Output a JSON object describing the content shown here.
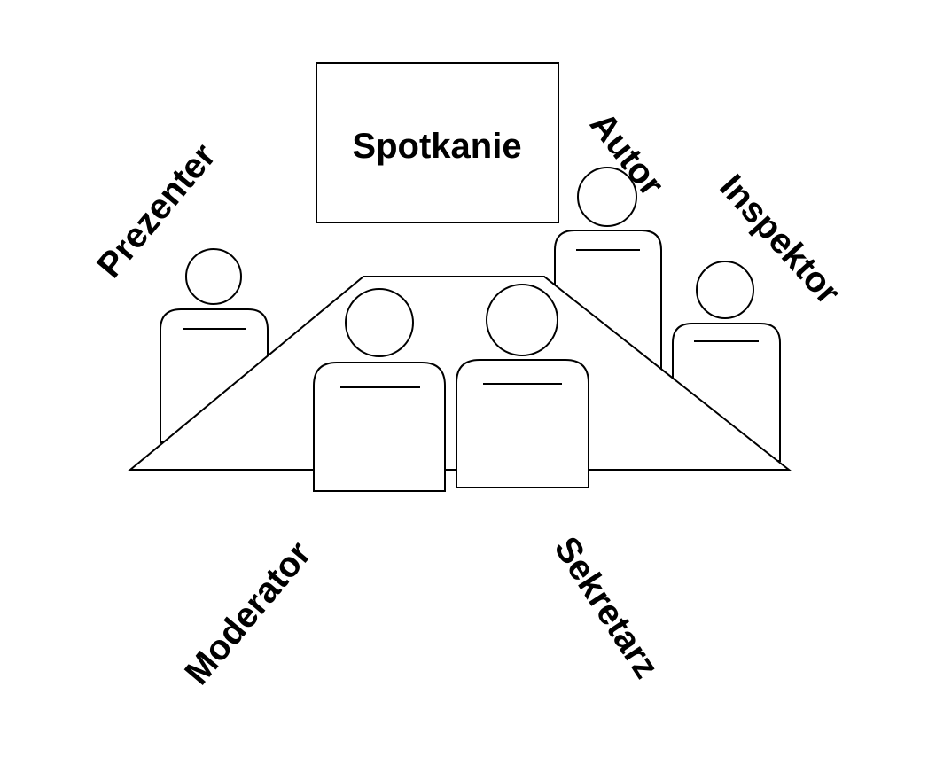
{
  "screen_label": "Spotkanie",
  "roles": {
    "presenter": "Prezenter",
    "author": "Autor",
    "inspector": "Inspektor",
    "moderator": "Moderator",
    "secretary": "Sekretarz"
  }
}
